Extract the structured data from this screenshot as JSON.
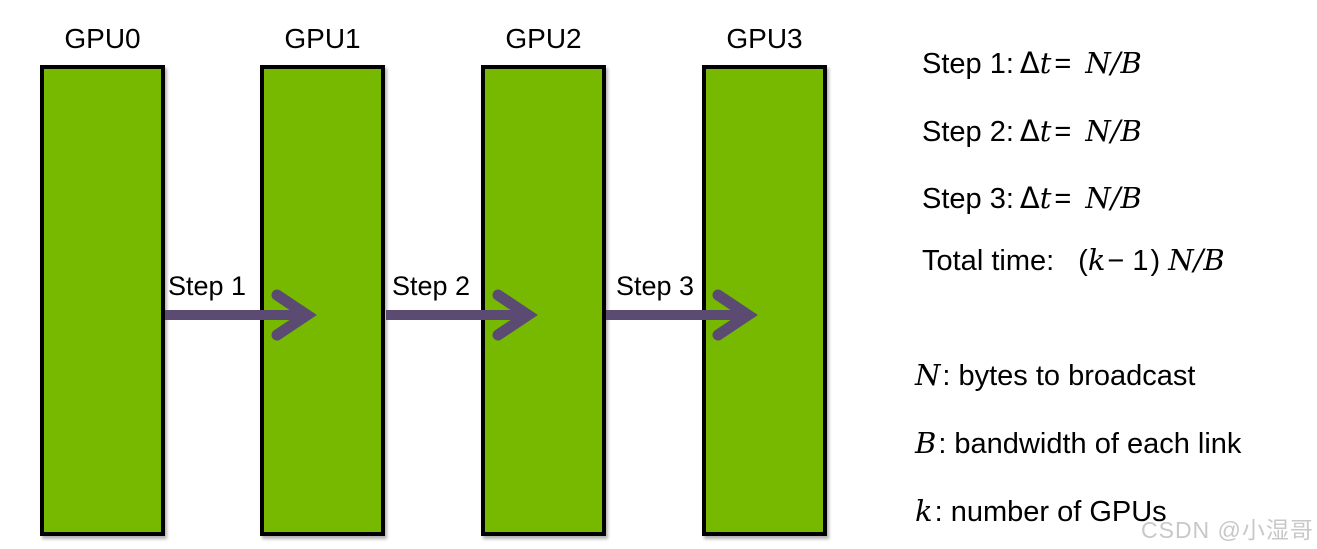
{
  "colors": {
    "gpu-green": "#76b900",
    "arrow-purple": "#5b4a72",
    "ink": "#000000",
    "watermark-gray": "#c8c8c8"
  },
  "diagram": {
    "gpus": [
      {
        "label": "GPU0"
      },
      {
        "label": "GPU1"
      },
      {
        "label": "GPU2"
      },
      {
        "label": "GPU3"
      }
    ],
    "steps": [
      {
        "label": "Step 1"
      },
      {
        "label": "Step 2"
      },
      {
        "label": "Step 3"
      }
    ]
  },
  "panel": {
    "steps": [
      {
        "label": "Step 1:",
        "delta": "Δ",
        "var": "t",
        "eq": "=",
        "expr": "N/B"
      },
      {
        "label": "Step 2:",
        "delta": "Δ",
        "var": "t",
        "eq": "=",
        "expr": "N/B"
      },
      {
        "label": "Step 3:",
        "delta": "Δ",
        "var": "t",
        "eq": "=",
        "expr": "N/B"
      }
    ],
    "total": {
      "label": "Total time:",
      "open": "(",
      "var": "k",
      "minus": "− 1",
      "close": ")",
      "expr": "N/B"
    },
    "defs": [
      {
        "var": "N",
        "rest": ": bytes to broadcast"
      },
      {
        "var": "B",
        "rest": ": bandwidth of each link"
      },
      {
        "var": "k",
        "rest": ": number of GPUs"
      }
    ]
  },
  "watermark": {
    "text": "CSDN @小湿哥"
  }
}
